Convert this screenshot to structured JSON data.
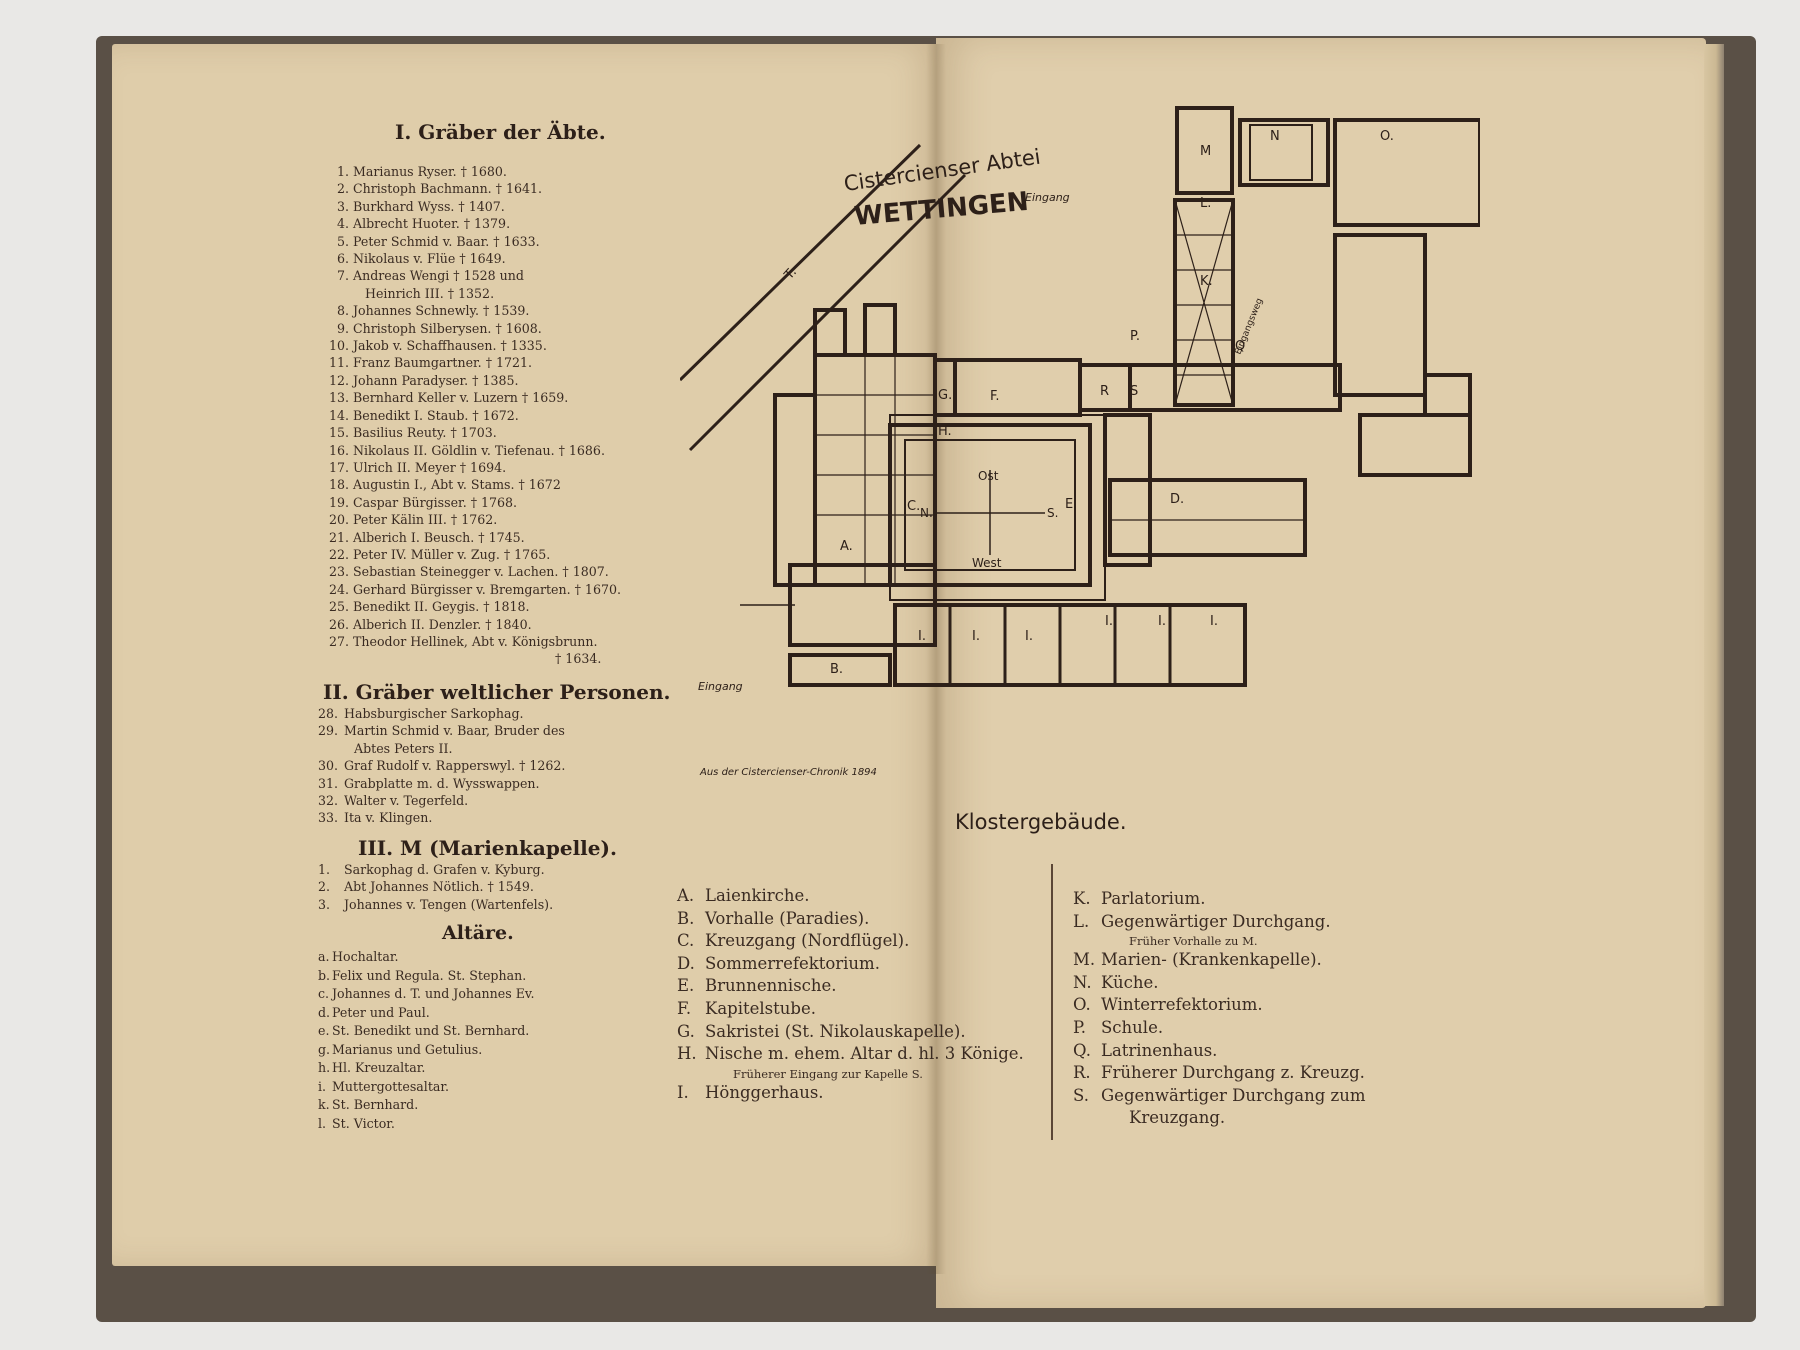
{
  "left_page": {
    "abbots": {
      "title": "I. Gräber der Äbte.",
      "items": [
        {
          "n": "1.",
          "text": "Marianus Ryser.  † 1680."
        },
        {
          "n": "2.",
          "text": "Christoph Bachmann.  † 1641."
        },
        {
          "n": "3.",
          "text": "Burkhard Wyss.  † 1407."
        },
        {
          "n": "4.",
          "text": "Albrecht Huoter.  † 1379."
        },
        {
          "n": "5.",
          "text": "Peter Schmid v. Baar.  † 1633."
        },
        {
          "n": "6.",
          "text": "Nikolaus v. Flüe  † 1649."
        },
        {
          "n": "7.",
          "text": "Andreas Wengi † 1528 und"
        },
        {
          "n": "",
          "text": "Heinrich III.  † 1352."
        },
        {
          "n": "8.",
          "text": "Johannes Schnewly.  † 1539."
        },
        {
          "n": "9.",
          "text": "Christoph Silberysen.  † 1608."
        },
        {
          "n": "10.",
          "text": "Jakob v. Schaffhausen.  † 1335."
        },
        {
          "n": "11.",
          "text": "Franz Baumgartner.  † 1721."
        },
        {
          "n": "12.",
          "text": "Johann Paradyser.  † 1385."
        },
        {
          "n": "13.",
          "text": "Bernhard Keller v. Luzern  † 1659."
        },
        {
          "n": "14.",
          "text": "Benedikt I. Staub.  † 1672."
        },
        {
          "n": "15.",
          "text": "Basilius Reuty.  † 1703."
        },
        {
          "n": "16.",
          "text": "Nikolaus II. Göldlin v. Tiefenau.  † 1686."
        },
        {
          "n": "17.",
          "text": "Ulrich II. Meyer  † 1694."
        },
        {
          "n": "18.",
          "text": "Augustin I., Abt v. Stams.  † 1672"
        },
        {
          "n": "19.",
          "text": "Caspar Bürgisser.  † 1768."
        },
        {
          "n": "20.",
          "text": "Peter Kälin III.  † 1762."
        },
        {
          "n": "21.",
          "text": "Alberich I. Beusch.  † 1745."
        },
        {
          "n": "22.",
          "text": "Peter IV. Müller v. Zug.  † 1765."
        },
        {
          "n": "23.",
          "text": "Sebastian Steinegger v. Lachen. † 1807."
        },
        {
          "n": "24.",
          "text": "Gerhard Bürgisser v. Bremgarten. † 1670."
        },
        {
          "n": "25.",
          "text": "Benedikt II. Geygis.  † 1818."
        },
        {
          "n": "26.",
          "text": "Alberich II. Denzler.  † 1840."
        },
        {
          "n": "27.",
          "text": "Theodor Hellinek, Abt v. Königsbrunn."
        },
        {
          "n": "",
          "text": "† 1634."
        }
      ]
    },
    "worldly": {
      "title": "II. Gräber weltlicher Personen.",
      "items": [
        {
          "n": "28.",
          "text": "Habsburgischer Sarkophag."
        },
        {
          "n": "29.",
          "text": "Martin Schmid v. Baar, Bruder des"
        },
        {
          "n": "",
          "text": "Abtes Peters II."
        },
        {
          "n": "30.",
          "text": "Graf Rudolf v. Rapperswyl.  † 1262."
        },
        {
          "n": "31.",
          "text": "Grabplatte m. d. Wysswappen."
        },
        {
          "n": "32.",
          "text": "Walter v. Tegerfeld."
        },
        {
          "n": "33.",
          "text": "Ita v. Klingen."
        }
      ]
    },
    "chapel": {
      "title": "III. M (Marienkapelle).",
      "items": [
        {
          "n": "1.",
          "text": "Sarkophag d. Grafen v. Kyburg."
        },
        {
          "n": "2.",
          "text": "Abt Johannes Nötlich.  † 1549."
        },
        {
          "n": "3.",
          "text": "Johannes v. Tengen (Wartenfels)."
        }
      ]
    },
    "altars": {
      "title": "Altäre.",
      "items": [
        {
          "n": "a.",
          "text": "Hochaltar."
        },
        {
          "n": "b.",
          "text": "Felix und Regula.  St. Stephan."
        },
        {
          "n": "c.",
          "text": "Johannes d. T. und Johannes Ev."
        },
        {
          "n": "d.",
          "text": "Peter und Paul."
        },
        {
          "n": "e.",
          "text": "St. Benedikt und St. Bernhard."
        },
        {
          "n": "g.",
          "text": "Marianus und Getulius."
        },
        {
          "n": "h.",
          "text": "Hl. Kreuzaltar."
        },
        {
          "n": "i.",
          "text": "Muttergottesaltar."
        },
        {
          "n": "k.",
          "text": "St. Bernhard."
        },
        {
          "n": "l.",
          "text": "St. Victor."
        }
      ]
    }
  },
  "right_page": {
    "plan": {
      "title_line1": "Cistercienser Abtei",
      "title_line2": "WETTINGEN",
      "entrance_top": "Eingang",
      "entrance_bottom": "Eingang",
      "side_entrance": "Eingangsweg",
      "road_label": "T.",
      "credit": "Aus der Cistercienser-Chronik 1894",
      "compass": {
        "north": "Ost",
        "south": "West",
        "west": "N.",
        "east": "S."
      },
      "room_labels": [
        "A.",
        "B.",
        "C.",
        "D.",
        "E.",
        "F.",
        "G.",
        "H.",
        "I.",
        "I.",
        "I.",
        "I.",
        "I.",
        "I.",
        "K.",
        "L.",
        "M",
        "N",
        "O.",
        "P.",
        "Q",
        "R",
        "S"
      ]
    },
    "caption": "Klostergebäude.",
    "legend_left": [
      {
        "n": "A.",
        "text": "Laienkirche."
      },
      {
        "n": "B.",
        "text": "Vorhalle (Paradies)."
      },
      {
        "n": "C.",
        "text": "Kreuzgang (Nordflügel)."
      },
      {
        "n": "D.",
        "text": "Sommerrefektorium."
      },
      {
        "n": "E.",
        "text": "Brunnennische."
      },
      {
        "n": "F.",
        "text": "Kapitelstube."
      },
      {
        "n": "G.",
        "text": "Sakristei (St. Nikolauskapelle)."
      },
      {
        "n": "H.",
        "text": "Nische m. ehem.  Altar d. hl. 3 Könige."
      },
      {
        "n": "",
        "text": "Früherer Eingang zur Kapelle S.",
        "note": true
      },
      {
        "n": "I.",
        "text": "Hönggerhaus."
      }
    ],
    "legend_right": [
      {
        "n": "K.",
        "text": "Parlatorium."
      },
      {
        "n": "L.",
        "text": "Gegenwärtiger Durchgang."
      },
      {
        "n": "",
        "text": "Früher Vorhalle zu M.",
        "note": true
      },
      {
        "n": "M.",
        "text": "Marien- (Krankenkapelle)."
      },
      {
        "n": "N.",
        "text": "Küche."
      },
      {
        "n": "O.",
        "text": "Winterrefektorium."
      },
      {
        "n": "P.",
        "text": "Schule."
      },
      {
        "n": "Q.",
        "text": "Latrinenhaus."
      },
      {
        "n": "R.",
        "text": "Früherer Durchgang z. Kreuzg."
      },
      {
        "n": "S.",
        "text": "Gegenwärtiger Durchgang zum"
      },
      {
        "n": "",
        "text": "Kreuzgang.",
        "cont": true
      }
    ]
  },
  "colors": {
    "paper": "#dfcdaa",
    "ink": "#2d2019",
    "cover": "#5a5046",
    "background": "#e9e8e6"
  }
}
